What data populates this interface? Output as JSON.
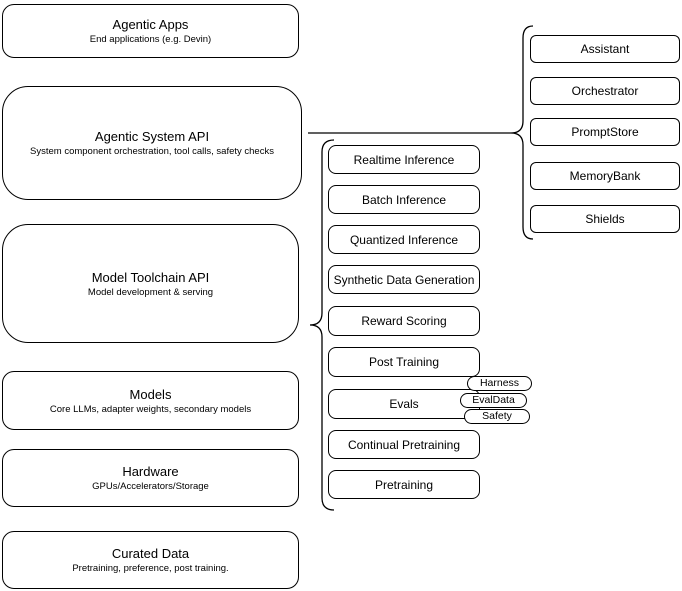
{
  "stack": {
    "boxes": [
      {
        "title": "Agentic Apps",
        "subtitle": "End applications (e.g. Devin)"
      },
      {
        "title": "Agentic System API",
        "subtitle": "System component orchestration, tool calls, safety checks"
      },
      {
        "title": "Model Toolchain API",
        "subtitle": "Model development & serving"
      },
      {
        "title": "Models",
        "subtitle": "Core LLMs, adapter weights, secondary models"
      },
      {
        "title": "Hardware",
        "subtitle": "GPUs/Accelerators/Storage"
      },
      {
        "title": "Curated Data",
        "subtitle": "Pretraining, preference, post training."
      }
    ]
  },
  "toolchain": {
    "items": [
      "Realtime Inference",
      "Batch Inference",
      "Quantized Inference",
      "Synthetic Data Generation",
      "Reward Scoring",
      "Post Training",
      "Evals",
      "Continual Pretraining",
      "Pretraining"
    ]
  },
  "eval_tags": [
    "Harness",
    "EvalData",
    "Safety"
  ],
  "components": {
    "items": [
      "Assistant",
      "Orchestrator",
      "PromptStore",
      "MemoryBank",
      "Shields"
    ]
  },
  "colors": {
    "stroke": "#000000",
    "background": "#ffffff",
    "text": "#000000"
  }
}
